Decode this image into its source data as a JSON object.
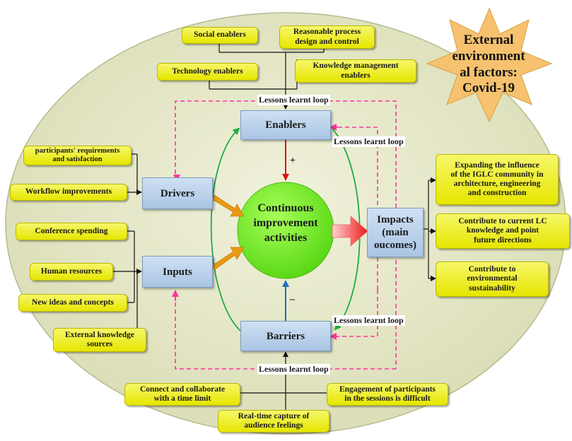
{
  "center": {
    "line1": "Continuous",
    "line2": "improvement",
    "line3": "activities"
  },
  "nodes": {
    "enablers": "Enablers",
    "barriers": "Barriers",
    "drivers": "Drivers",
    "inputs": "Inputs",
    "impacts_line1": "Impacts",
    "impacts_line2": "(main",
    "impacts_line3": "oucomes)"
  },
  "signs": {
    "plus": "+",
    "minus": "–"
  },
  "external_factor": {
    "line1": "External",
    "line2": "environment",
    "line3": "al factors:",
    "line4": "Covid-19"
  },
  "enabler_factors": {
    "social": "Social enablers",
    "process_line1": "Reasonable process",
    "process_line2": "design and control",
    "technology": "Technology enablers",
    "knowledge_line1": "Knowledge management",
    "knowledge_line2": "enablers"
  },
  "driver_factors": {
    "requirements_line1": "participants' requirements",
    "requirements_line2": "and satisfaction",
    "workflow": "Workflow improvements"
  },
  "input_factors": {
    "spending": "Conference spending",
    "human": "Human resources",
    "ideas": "New ideas and concepts",
    "external_line1": "External knowledge",
    "external_line2": "sources"
  },
  "impact_factors": {
    "influence_line1": "Expanding the influence",
    "influence_line2": "of the IGLC community in",
    "influence_line3": "architecture, engineering",
    "influence_line4": "and construction",
    "knowledge_line1": "Contribute to current LC",
    "knowledge_line2": "knowledge and point",
    "knowledge_line3": "future directions",
    "sustain_line1": "Contribute to",
    "sustain_line2": "environmental",
    "sustain_line3": "sustainability"
  },
  "barrier_factors": {
    "connect_line1": "Connect and collaborate",
    "connect_line2": "with a time limit",
    "engagement_line1": "Engagement of participants",
    "engagement_line2": "in the sessions is difficult",
    "capture_line1": "Real-time capture of",
    "capture_line2": "audience feelings"
  },
  "loops": {
    "top": "Lessons learnt loop",
    "bottom": "Lessons learnt loop",
    "right_upper": "Lessons learnt loop",
    "right_lower": "Lessons learnt loop"
  },
  "colors": {
    "ellipse_fill": "#e4e7c8",
    "center_fill": "#77ee22",
    "star_fill": "#f6c26f",
    "loop_line": "#ff3399",
    "green_arrow": "#22aa44",
    "red_arrow": "#dd1111",
    "blue_arrow": "#1f6fbf",
    "orange_arrow": "#e89a15"
  }
}
